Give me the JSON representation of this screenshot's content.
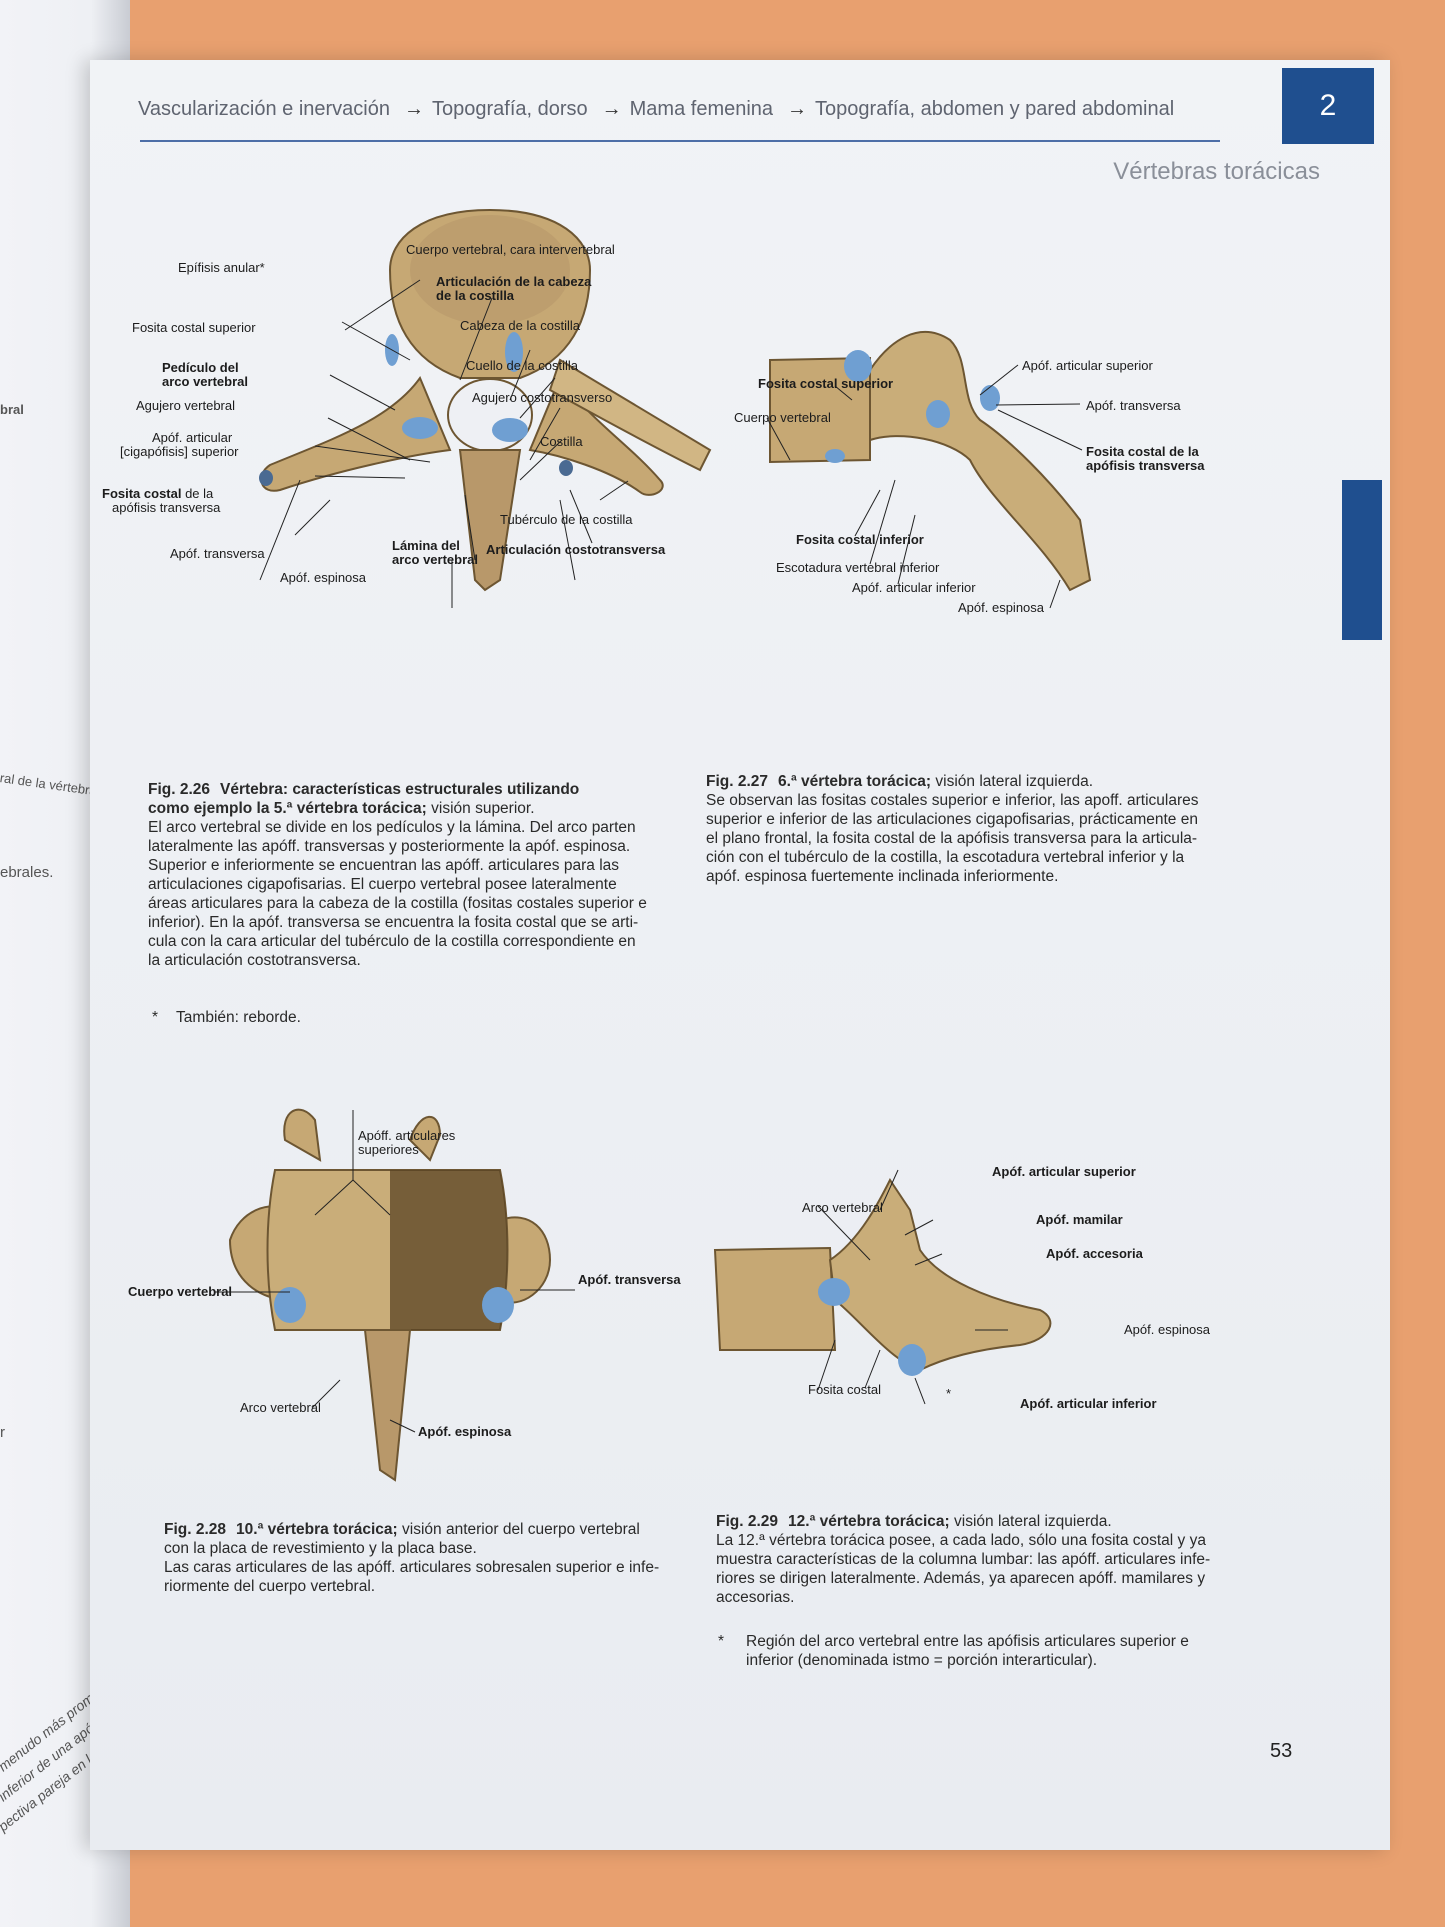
{
  "left_page": {
    "fragments": [
      "bral",
      "ral de la vértebra supe",
      "ebrales.",
      "r"
    ],
    "bottom_lines": [
      "menudo más prominente",
      "inferior de una apóf. ar",
      "pectiva pareja en la articu"
    ]
  },
  "header": {
    "breadcrumb": [
      "Vascularización e inervación",
      "Topografía, dorso",
      "Mama femenina",
      "Topografía, abdomen y pared abdominal"
    ],
    "arrow": "→",
    "chapter": "2",
    "section_title": "Vértebras torácicas"
  },
  "fig226": {
    "labels": {
      "epifisis": "Epífisis anular*",
      "cuerpo_cara": "Cuerpo vertebral, cara intervertebral",
      "artic_cabeza_1": "Articulación de la cabeza",
      "artic_cabeza_2": "de la costilla",
      "fosita_sup": "Fosita costal superior",
      "cabeza_cost": "Cabeza de la costilla",
      "pediculo_1": "Pedículo del",
      "pediculo_2": "arco vertebral",
      "cuello_cost": "Cuello de la costilla",
      "agujero_vert": "Agujero vertebral",
      "agujero_costo": "Agujero costotransverso",
      "apof_artic_1": "Apóf. articular",
      "apof_artic_2": "[cigapófisis] superior",
      "costilla": "Costilla",
      "fosita_transv_b": "Fosita costal",
      "fosita_transv_n": " de la",
      "fosita_transv_2": "apófisis transversa",
      "tuberculo": "Tubérculo de la costilla",
      "apof_transv": "Apóf. transversa",
      "lamina_1": "Lámina del",
      "lamina_2": "arco vertebral",
      "artic_costotransv": "Articulación costotransversa",
      "apof_espinosa": "Apóf. espinosa"
    },
    "caption": {
      "num": "Fig. 2.26",
      "title_1": "Vértebra: características estructurales utilizando",
      "title_2": "como ejemplo la 5.ª vértebra torácica;",
      "title_2_rest": " visión superior.",
      "body": [
        "El arco vertebral se divide en los pedículos y la lámina. Del arco parten",
        "lateralmente las apóff. transversas y posteriormente la apóf. espinosa.",
        "Superior e inferiormente se encuentran las apóff. articulares para las",
        "articulaciones cigapofisarias. El cuerpo vertebral posee lateralmente",
        "áreas articulares para la cabeza de la costilla (fositas costales superior e",
        "inferior). En la apóf. transversa se encuentra la fosita costal que se arti-",
        "cula con la cara articular del tubérculo de la costilla correspondiente en",
        "la articulación costotransversa."
      ],
      "footnote_mark": "*",
      "footnote": "También: reborde."
    }
  },
  "fig227": {
    "labels": {
      "fosita_sup": "Fosita costal superior",
      "apof_artic_sup": "Apóf. articular superior",
      "apof_transv": "Apóf. transversa",
      "cuerpo": "Cuerpo vertebral",
      "fosita_transv_1": "Fosita costal de la",
      "fosita_transv_2": "apófisis transversa",
      "fosita_inf": "Fosita costal inferior",
      "escotadura": "Escotadura vertebral inferior",
      "apof_artic_inf": "Apóf. articular inferior",
      "apof_espinosa": "Apóf. espinosa"
    },
    "caption": {
      "num": "Fig. 2.27",
      "title": "6.ª vértebra torácica;",
      "title_rest": " visión lateral izquierda.",
      "body": [
        "Se observan las fositas costales superior e inferior, las apoff. articulares",
        "superior e inferior de las articulaciones cigapofisarias, prácticamente en",
        "el plano frontal, la fosita costal de la apófisis transversa para la articula-",
        "ción con el tubérculo de la costilla, la escotadura vertebral inferior y la",
        "apóf. espinosa fuertemente inclinada inferiormente."
      ]
    }
  },
  "fig228": {
    "labels": {
      "artic_sup_1": "Apóff. articulares",
      "artic_sup_2": "superiores",
      "cuerpo": "Cuerpo vertebral",
      "apof_transv": "Apóf. transversa",
      "arco": "Arco vertebral",
      "apof_espinosa": "Apóf. espinosa"
    },
    "caption": {
      "num": "Fig. 2.28",
      "title": "10.ª vértebra torácica;",
      "title_rest": " visión anterior del cuerpo vertebral",
      "body": [
        "con la placa de revestimiento y la placa base.",
        "Las caras articulares de las apóff. articulares sobresalen superior e infe-",
        "riormente del cuerpo vertebral."
      ]
    }
  },
  "fig229": {
    "labels": {
      "apof_artic_sup": "Apóf. articular superior",
      "arco": "Arco vertebral",
      "mamilar": "Apóf. mamilar",
      "accesoria": "Apóf. accesoria",
      "apof_espinosa": "Apóf. espinosa",
      "fosita": "Fosita costal",
      "star": "*",
      "apof_artic_inf": "Apóf. articular inferior"
    },
    "caption": {
      "num": "Fig. 2.29",
      "title": "12.ª vértebra torácica;",
      "title_rest": " visión lateral izquierda.",
      "body": [
        "La 12.ª vértebra torácica posee, a cada lado, sólo una fosita costal y ya",
        "muestra características de la columna lumbar: las apóff. articulares infe-",
        "riores se dirigen lateralmente. Además, ya aparecen apóff. mamilares y",
        "accesorias."
      ],
      "footnote_mark": "*",
      "footnote": [
        "Región del arco vertebral entre las apófisis articulares superior e",
        "inferior (denominada istmo = porción interarticular)."
      ]
    }
  },
  "page_number": "53",
  "colors": {
    "accent": "#1f4f8f",
    "bone": "#c9ad79",
    "cartilage": "#6f9fd2"
  }
}
